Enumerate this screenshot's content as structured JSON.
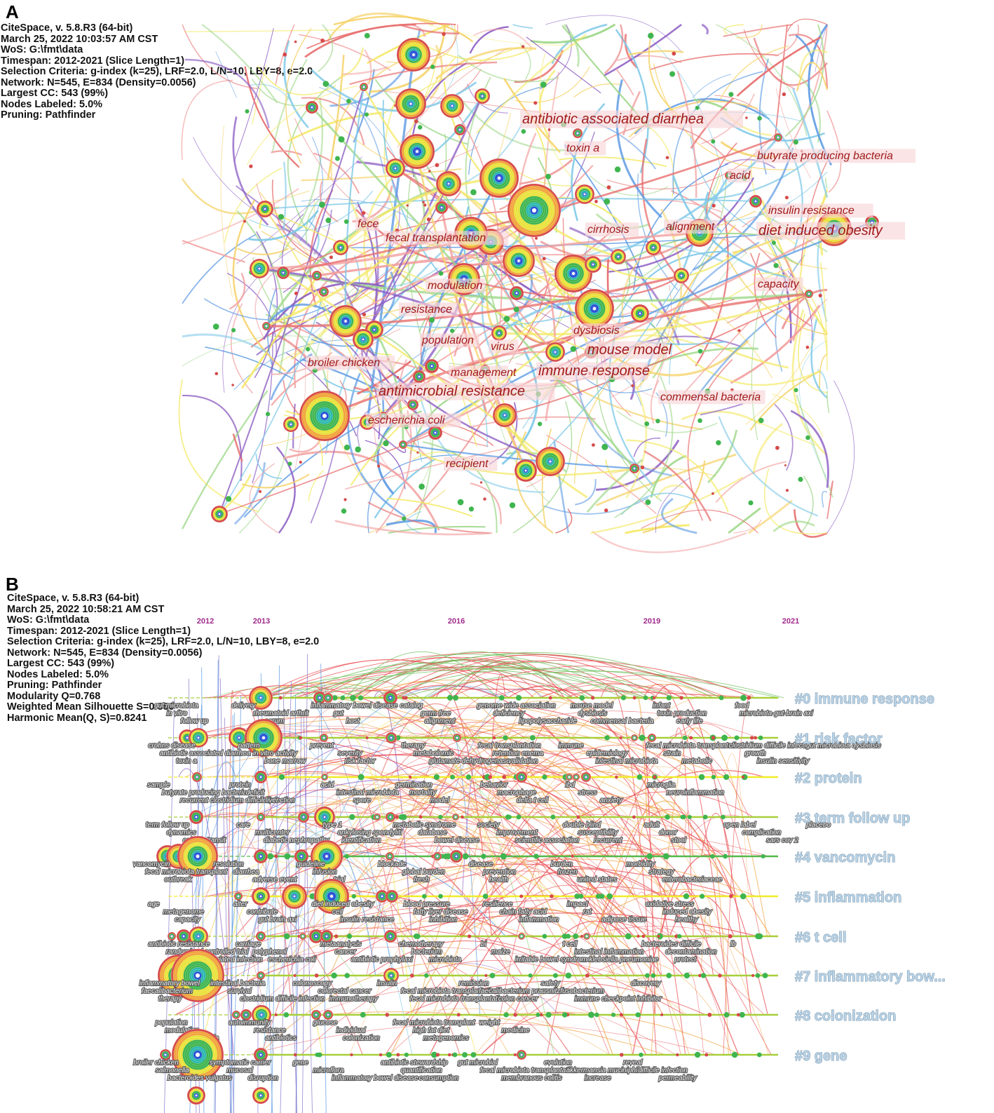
{
  "panel_a": {
    "letter": "A",
    "info_lines": [
      "CiteSpace, v. 5.8.R3 (64-bit)",
      "March 25, 2022 10:03:57 AM CST",
      "WoS: G:\\fmt\\data",
      "Timespan: 2012-2021 (Slice Length=1)",
      "Selection Criteria: g-index (k=25), LRF=2.0, L/N=10, LBY=8, e=2.0",
      "Network: N=545, E=834 (Density=0.0056)",
      "Largest CC: 543 (99%)",
      "Nodes Labeled: 5.0%",
      "Pruning: Pathfinder"
    ],
    "keywords": [
      "antibiotic associated diarrhea",
      "toxin a",
      "butyrate producing bacteria",
      "acid",
      "insulin resistance",
      "diet induced obesity",
      "alignment",
      "cirrhosis",
      "fece",
      "fecal transplantation",
      "modulation",
      "capacity",
      "resistance",
      "dysbiosis",
      "population",
      "virus",
      "mouse model",
      "broiler chicken",
      "management",
      "immune response",
      "antimicrobial resistance",
      "commensal bacteria",
      "escherichia coli",
      "recipient"
    ]
  },
  "panel_b": {
    "letter": "B",
    "info_lines": [
      "CiteSpace, v. 5.8.R3 (64-bit)",
      "March 25, 2022 10:58:21 AM CST",
      "WoS: G:\\fmt\\data",
      "Timespan: 2012-2021 (Slice Length=1)",
      "Selection Criteria: g-index (k=25), LRF=2.0, L/N=10, LBY=8, e=2.0",
      "Network: N=545, E=834 (Density=0.0056)",
      "Largest CC: 543 (99%)",
      "Nodes Labeled: 5.0%",
      "Pruning: Pathfinder",
      "Modularity Q=0.768",
      "Weighted Mean Silhouette S=0.889",
      "Harmonic Mean(Q, S)=0.8241"
    ],
    "years": [
      "2012",
      "2013",
      "2016",
      "2019",
      "2021"
    ],
    "clusters": [
      {
        "label": "#0 immune response",
        "terms": [
          "gut microbiota",
          "in vitro",
          "follow up",
          "delivery",
          "rheumatoid arthrit",
          "serum",
          "inflammatory bowel disease",
          "gut",
          "host",
          "catalog",
          "germ free",
          "alignment",
          "genome wide association",
          "deficiency",
          "lipopolysaccharide",
          "mouse model",
          "dysbiosis",
          "commensal bacteria",
          "infant",
          "toxin production",
          "early life",
          "food",
          "microbiota-gut-brain axi"
        ]
      },
      {
        "label": "#1 risk factor",
        "terms": [
          "crohns disease",
          "antibiotic associated diarrhea",
          "toxin a",
          "pattern",
          "in vitro activity",
          "bone marrow",
          "prevent",
          "severity",
          "risk factor",
          "therapy",
          "metabolomic",
          "glutamate dehydrogenase",
          "fecal transplantation",
          "retention enema",
          "validation",
          "immune",
          "epidemiology",
          "intestinal microbiota",
          "fecal microbiota transplantation",
          "strain",
          "metabolic",
          "clostridium difficile infection",
          "growth",
          "insulin sensitivity",
          "gut microbiota dysbiosis"
        ]
      },
      {
        "label": "#2 protein",
        "terms": [
          "sample",
          "butyrate producing bacteria",
          "recurrent clostridium difficile infection",
          "protein",
          "deficit",
          "liver",
          "acid",
          "intestinal microbiota",
          "spore",
          "germination",
          "mortality",
          "model",
          "behavior",
          "macrophage",
          "delta t cell",
          "ibd",
          "stress",
          "anxiety",
          "microglia",
          "neuroinflammation"
        ]
      },
      {
        "label": "#3 term follow up",
        "terms": [
          "term follow up",
          "dynamics",
          "colonic transit",
          "care",
          "multicenter",
          "diabetic nephropathy",
          "type 1",
          "ankylosing spondyliti",
          "identification",
          "metabolic syndrome",
          "database",
          "bowel disease",
          "society",
          "improvement",
          "scientific association",
          "double blind",
          "susceptibility",
          "recurrent",
          "adult",
          "donor",
          "stool",
          "open label",
          "complication",
          "sars cov 2",
          "placebo"
        ]
      },
      {
        "label": "#4 vancomycin",
        "terms": [
          "vancomycin",
          "fecal microbiota transplant",
          "outbreak",
          "resolution",
          "diarrhea",
          "adverse event",
          "guideline",
          "infusion",
          "trial",
          "blockade",
          "global burden",
          "fresh",
          "disease",
          "prevention",
          "health",
          "burden",
          "frozen",
          "united states",
          "morbidity",
          "strategy",
          "enterobacteriaceae"
        ]
      },
      {
        "label": "#5 inflammation",
        "terms": [
          "age",
          "metagenome",
          "capacity",
          "alter",
          "contribute",
          "gut brain axi",
          "diet induced obesity",
          "cell",
          "insulin resistance",
          "blood pressure",
          "fatty liver disease",
          "inhibition",
          "resilience",
          "chain fatty acid",
          "inflammation",
          "impact",
          "rat",
          "adipose tissue",
          "oxidative stress",
          "induced obesity",
          "healthy"
        ]
      },
      {
        "label": "#6 t cell",
        "terms": [
          "antibiotic resistance",
          "randomized controlled trial",
          "care associated infection",
          "carriage",
          "polyphenol",
          "escherichia coli",
          "metaanalysis",
          "cancer",
          "antibiotic prophylaxi",
          "chemotherapy",
          "bacterium",
          "microbiota",
          "bi",
          "maize",
          "irritable bowel syndrome",
          "t cell",
          "intestinal inflammation",
          "klebsiella pneumoniae",
          "bacteroides difficile",
          "decontamination",
          "protect",
          "lb"
        ]
      },
      {
        "label": "#7 inflammatory bow...",
        "terms": [
          "inflammatory bowel",
          "faecalibacterium",
          "therapy",
          "intestinal bacteria",
          "survival",
          "clostridium difficile infection",
          "colonoscopy",
          "colorectal cancer",
          "immunotherapy",
          "insulin",
          "fecal microbiota transplantation",
          "fecal microbiota transplantation",
          "remission",
          "faecalibacterium prausnitzii",
          "colon cancer",
          "safety",
          "fusobacterium",
          "immune checkpoint inhibitor",
          "discovery"
        ]
      },
      {
        "label": "#8 colonization",
        "terms": [
          "population",
          "modulation",
          "endotoxemia",
          "autoimmunity",
          "resistance",
          "antibiotics",
          "glucose",
          "individual",
          "colonization",
          "fecal microbiota transplant",
          "high fat diet",
          "metagenomics",
          "weight",
          "medicine"
        ]
      },
      {
        "label": "#9 gene",
        "terms": [
          "broiler chicken",
          "salmonella",
          "bacteroides vulgatus",
          "symptomatic carrier",
          "mucosal",
          "disruption",
          "gene",
          "microflora",
          "inflammatory bowel disease",
          "antibiotic stewardship",
          "quantification",
          "consumption",
          "gut microbial",
          "fecal microbiota transplantation",
          "membranous colitis",
          "evolution",
          "akkermansia muciniphila",
          "increase",
          "reveal",
          "difficile infection",
          "permeability"
        ]
      }
    ]
  },
  "colors": {
    "ring_outer": "#d64a4a",
    "ring_orange": "#f2a33a",
    "ring_yellow": "#e9e23a",
    "ring_green": "#3fb54f",
    "ring_teal": "#2bb7b0",
    "ring_blue": "#2a4fd6",
    "keyword_text": "#a11a1a",
    "cluster_label": "#b9d3e6",
    "year_text": "#a02a8c"
  }
}
